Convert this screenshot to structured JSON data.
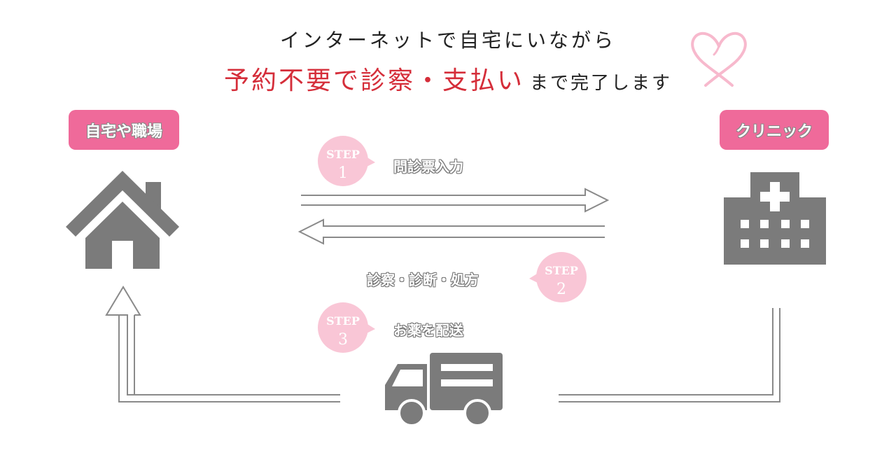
{
  "headline": {
    "line1": "インターネットで自宅にいながら",
    "line2_red": "予約不要で診察・支払い",
    "line2_black": "まで完了します"
  },
  "nodes": {
    "home_label": "自宅や職場",
    "clinic_label": "クリニック"
  },
  "steps": [
    {
      "badge_word": "STEP",
      "number": "1",
      "text": "問診票入力"
    },
    {
      "badge_word": "STEP",
      "number": "2",
      "text": "診察・診断・処方"
    },
    {
      "badge_word": "STEP",
      "number": "3",
      "text": "お薬を配送"
    }
  ],
  "colors": {
    "accent_pink": "#ef6a9a",
    "badge_pink": "#f9c6d6",
    "heart_pink": "#f7b9cd",
    "icon_gray": "#7b7b7b",
    "headline_red": "#d52e3a"
  },
  "icons": {
    "home": "house-icon",
    "clinic": "hospital-icon",
    "delivery": "truck-icon",
    "decoration": "heart-ribbon-icon"
  }
}
